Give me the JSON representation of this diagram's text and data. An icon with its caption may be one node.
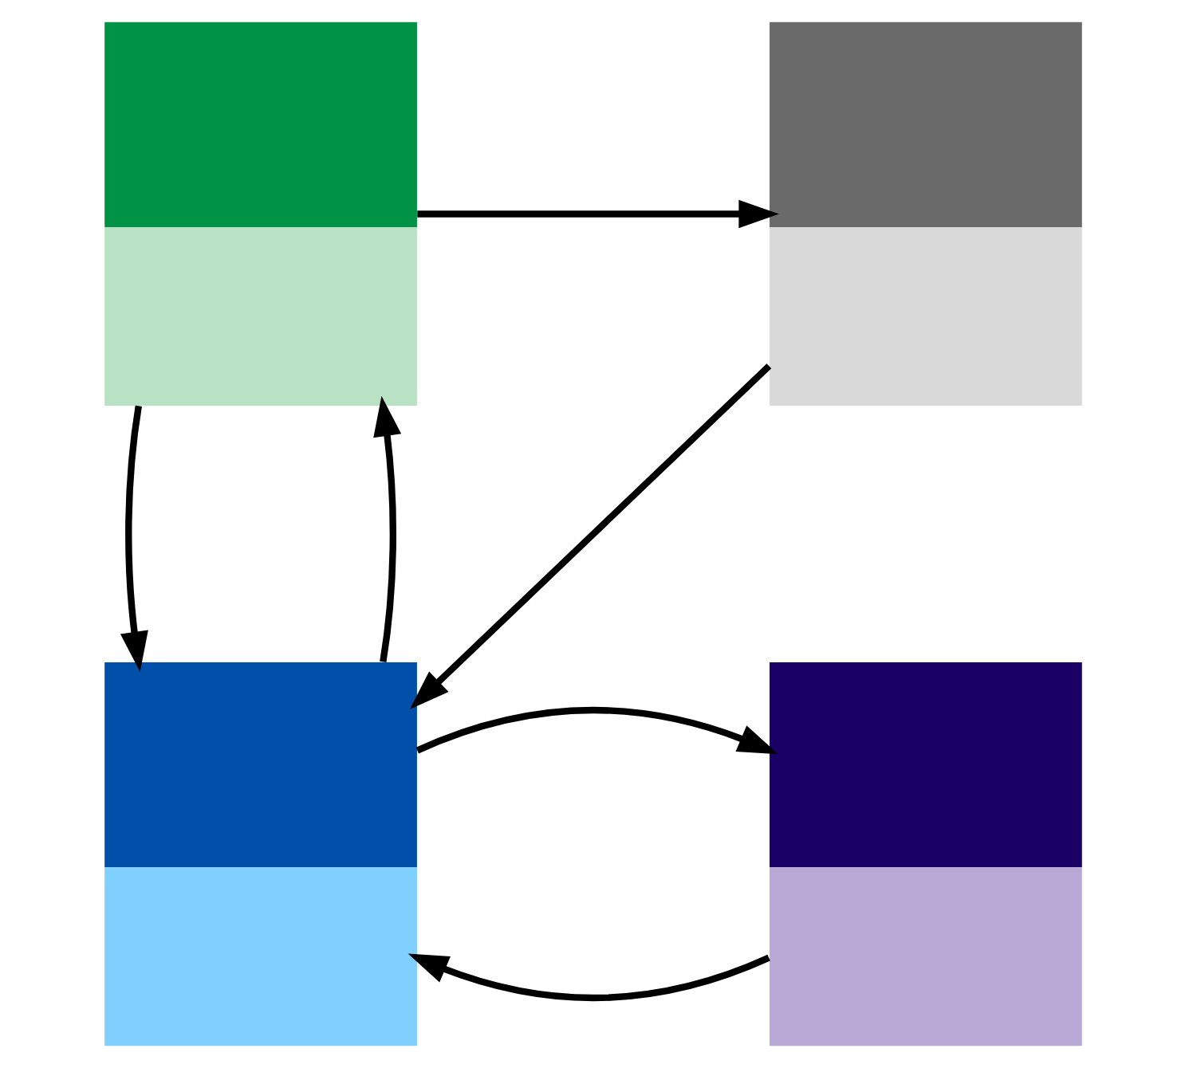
{
  "diagram": {
    "nodes": [
      {
        "text": [],
        "shape": "box"
      },
      {
        "text": [],
        "shape": "box"
      },
      {
        "text": [],
        "shape": "box"
      },
      {
        "text": [],
        "shape": "box"
      }
    ],
    "edges": [
      {
        "from": 0,
        "to": 1,
        "arrow": "to"
      },
      {
        "from": 1,
        "to": 2,
        "arrow": "to"
      },
      {
        "from": 2,
        "to": 0,
        "arrow": "to"
      },
      {
        "from": 0,
        "to": 2,
        "arrow": "to"
      },
      {
        "from": 3,
        "to": 2,
        "arrow": "to"
      },
      {
        "from": 2,
        "to": 3,
        "arrow": "to"
      }
    ]
  }
}
